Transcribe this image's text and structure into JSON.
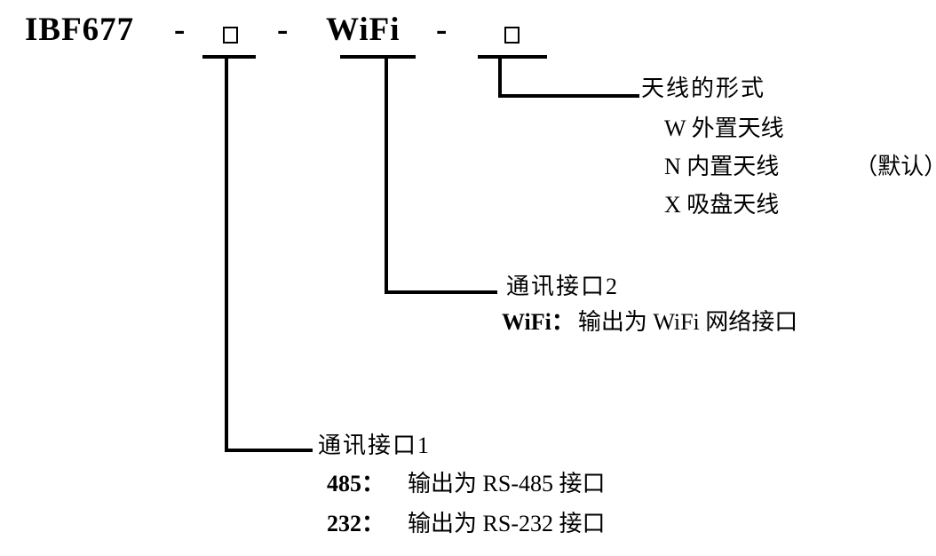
{
  "diagram": {
    "model_row": {
      "prefix": "IBF677",
      "dash": "-",
      "slot_placeholder": "□",
      "interface2_value": "WiFi"
    },
    "antenna": {
      "title": "天线的形式",
      "options": [
        {
          "text": "W 外置天线",
          "note": ""
        },
        {
          "text": "N 内置天线",
          "note": "（默认）"
        },
        {
          "text": "X 吸盘天线",
          "note": ""
        }
      ]
    },
    "interface2": {
      "title": "通讯接口2",
      "code": "WiFi：",
      "desc": "输出为 WiFi 网络接口"
    },
    "interface1": {
      "title": "通讯接口1",
      "options": [
        {
          "code": "485：",
          "desc": "输出为 RS-485 接口"
        },
        {
          "code": "232：",
          "desc": "输出为 RS-232 接口"
        }
      ]
    }
  }
}
